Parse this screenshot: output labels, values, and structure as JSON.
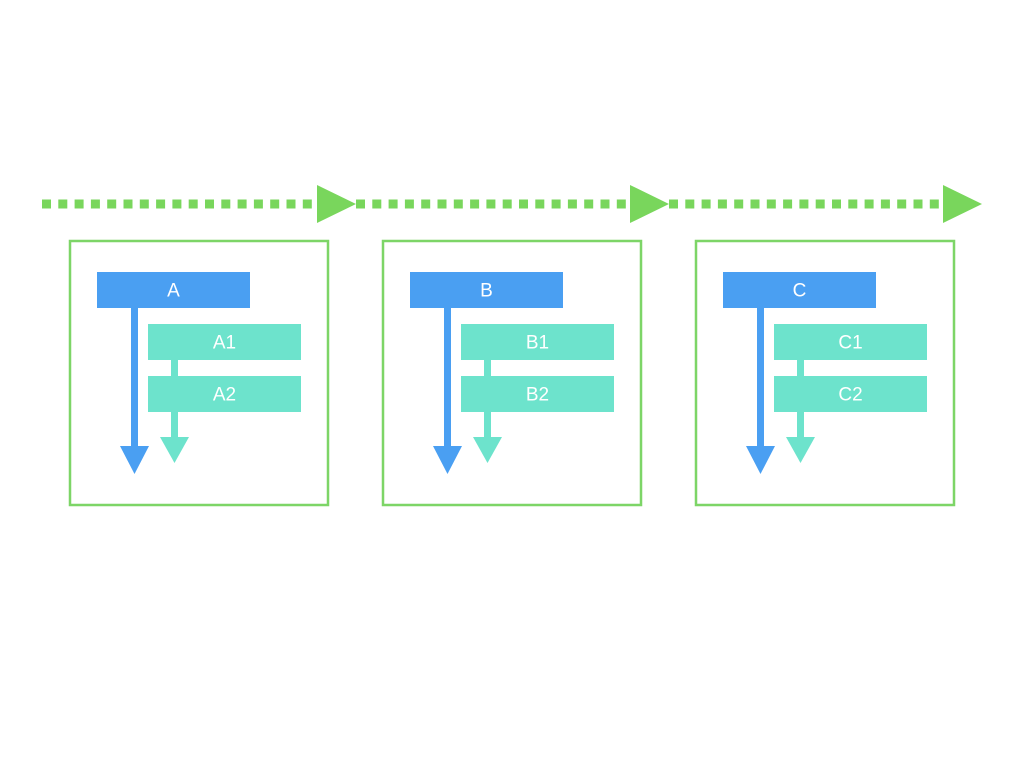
{
  "colors": {
    "timeline": "#79d65c",
    "frame": "#7dd567",
    "parent": "#4a9ff2",
    "child": "#6de3cc",
    "text": "#ffffff"
  },
  "groups": [
    {
      "parent": "A",
      "children": [
        "A1",
        "A2"
      ]
    },
    {
      "parent": "B",
      "children": [
        "B1",
        "B2"
      ]
    },
    {
      "parent": "C",
      "children": [
        "C1",
        "C2"
      ]
    }
  ]
}
